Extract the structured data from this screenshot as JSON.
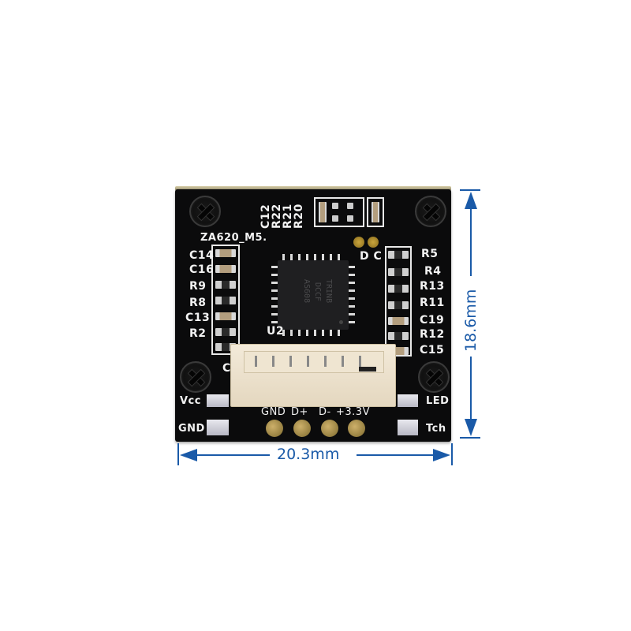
{
  "image": {
    "subject": "fingerprint module PCB",
    "board_label": "ZA620_M5.",
    "chip": {
      "designator": "U2",
      "markings": [
        "AS608",
        "DCCF",
        "TRINB"
      ]
    },
    "top_labels": [
      "C12",
      "R22",
      "R21",
      "R20"
    ],
    "left_labels": [
      "C14",
      "C16",
      "R9",
      "R8",
      "C13",
      "R2"
    ],
    "right_labels": [
      "R5",
      "R4",
      "R13",
      "R11",
      "C19",
      "R12",
      "C15"
    ],
    "dc_label": "D C",
    "partial_label": "C",
    "side_pins": {
      "left": [
        "Vcc",
        "GND"
      ],
      "right": [
        "LED",
        "Tch"
      ]
    },
    "bottom_pins": [
      "GND",
      "D+",
      "D-",
      "+3.3V"
    ],
    "dimensions": {
      "width": "20.3mm",
      "height": "18.6mm",
      "color": "#1a5aa8"
    }
  }
}
